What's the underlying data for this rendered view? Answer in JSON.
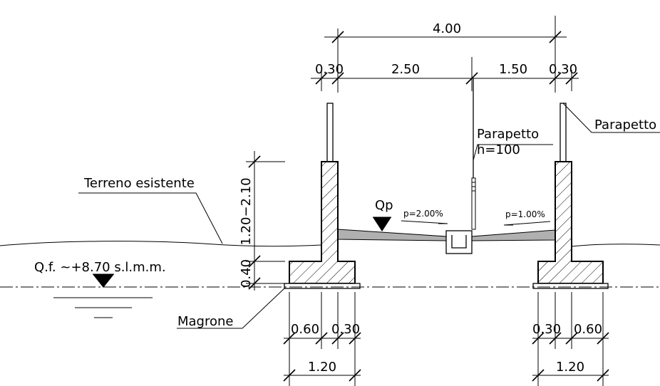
{
  "labels": {
    "top_width": "4.00",
    "left_wall": "0.30",
    "left_span": "2.50",
    "right_span": "1.50",
    "right_wall": "0.30",
    "parapet_center_line1": "Parapetto",
    "parapet_center_line2": "h=100",
    "parapet_right": "Parapetto",
    "existing_ground": "Terreno  esistente",
    "wall_height": "1.20−2.10",
    "footing_height": "0.40",
    "water_level": "Q.f. ~+8.70 s.l.m.m.",
    "lean_concrete": "Magrone",
    "water_symbol_label": "Qp",
    "slope_left": "p=2.00%",
    "slope_right": "p=1.00%",
    "footing_left_toe": "0.60",
    "footing_left_wall": "0.30",
    "footing_right_wall": "0.30",
    "footing_right_toe": "0.60",
    "footing_left_total": "1.20",
    "footing_right_total": "1.20"
  },
  "colors": {
    "line": "#000000",
    "deck": "#b0b0b0",
    "background": "#ffffff"
  }
}
